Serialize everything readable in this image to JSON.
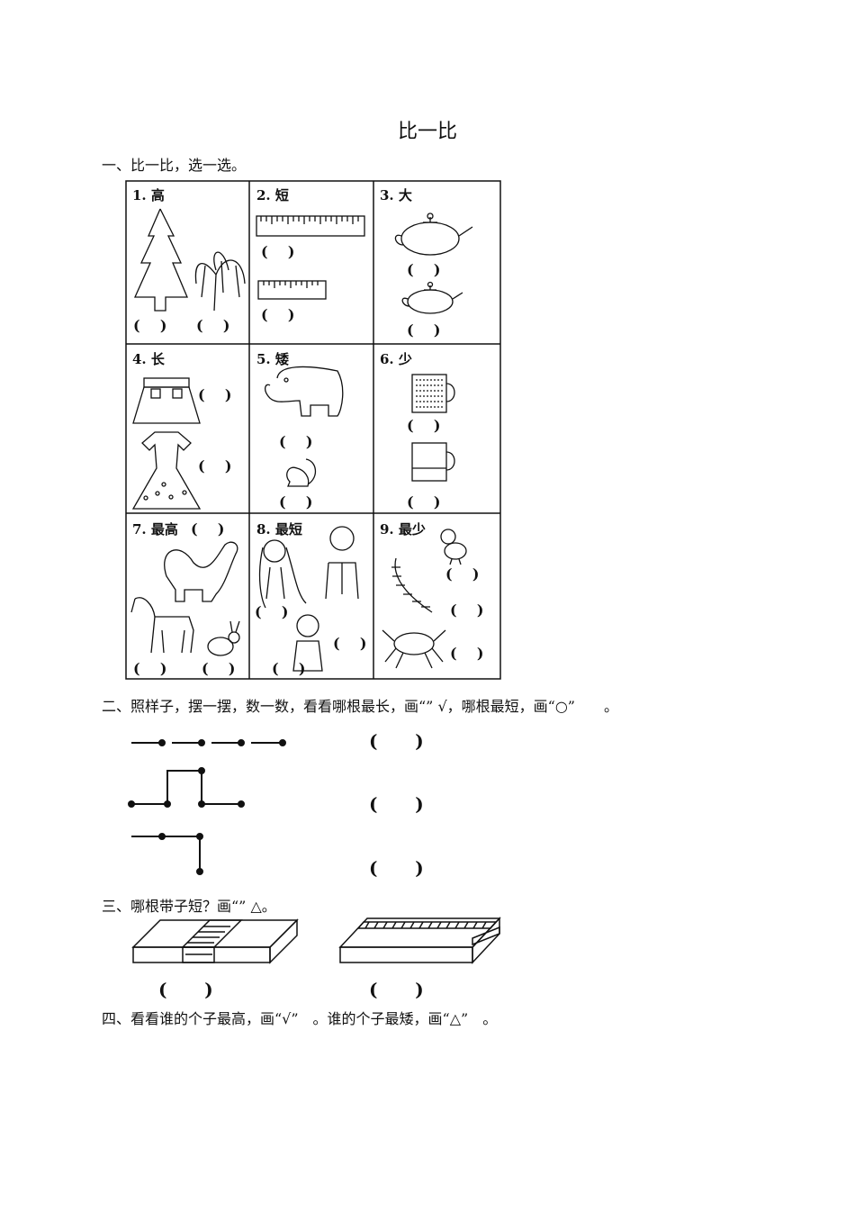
{
  "title": "比一比",
  "q1": {
    "instruction": "一、比一比，选一选。",
    "cells": [
      {
        "label": "1. 高",
        "icons": [
          "pine-tree-icon",
          "willow-tree-icon"
        ]
      },
      {
        "label": "2. 短",
        "icons": [
          "long-ruler-icon",
          "short-ruler-icon"
        ]
      },
      {
        "label": "3. 大",
        "icons": [
          "large-teapot-icon",
          "small-teapot-icon"
        ]
      },
      {
        "label": "4. 长",
        "icons": [
          "skirt-icon",
          "dress-icon"
        ]
      },
      {
        "label": "5. 矮",
        "icons": [
          "elephant-icon",
          "squirrel-icon"
        ]
      },
      {
        "label": "6. 少",
        "icons": [
          "full-cup-icon",
          "less-full-cup-icon"
        ]
      },
      {
        "label": "7. 最高",
        "icons": [
          "dinosaur-icon",
          "horse-icon",
          "rabbit-icon"
        ]
      },
      {
        "label": "8. 最短",
        "icons": [
          "long-hair-girl-icon",
          "man-icon",
          "short-hair-girl-icon"
        ]
      },
      {
        "label": "9. 最少",
        "icons": [
          "chick-icon",
          "centipede-icon",
          "crab-icon"
        ]
      }
    ],
    "answer_paren": "(    )"
  },
  "q2": {
    "instruction": "二、照样子，摆一摆，数一数，看看哪根最长，画“” √，哪根最短，画“○”　　。",
    "answer_paren": "(      )",
    "figures": [
      "straight-dotted-line-icon",
      "raised-step-line-icon",
      "corner-line-icon"
    ]
  },
  "q3": {
    "instruction": "三、哪根带子短？画“” △。",
    "answer_paren": "(      )",
    "figures": [
      "box-vertical-ribbon-icon",
      "box-horizontal-ribbon-icon"
    ]
  },
  "q4": {
    "instruction": "四、看看谁的个子最高，画“√”　。谁的个子最矮，画“△”　。"
  }
}
